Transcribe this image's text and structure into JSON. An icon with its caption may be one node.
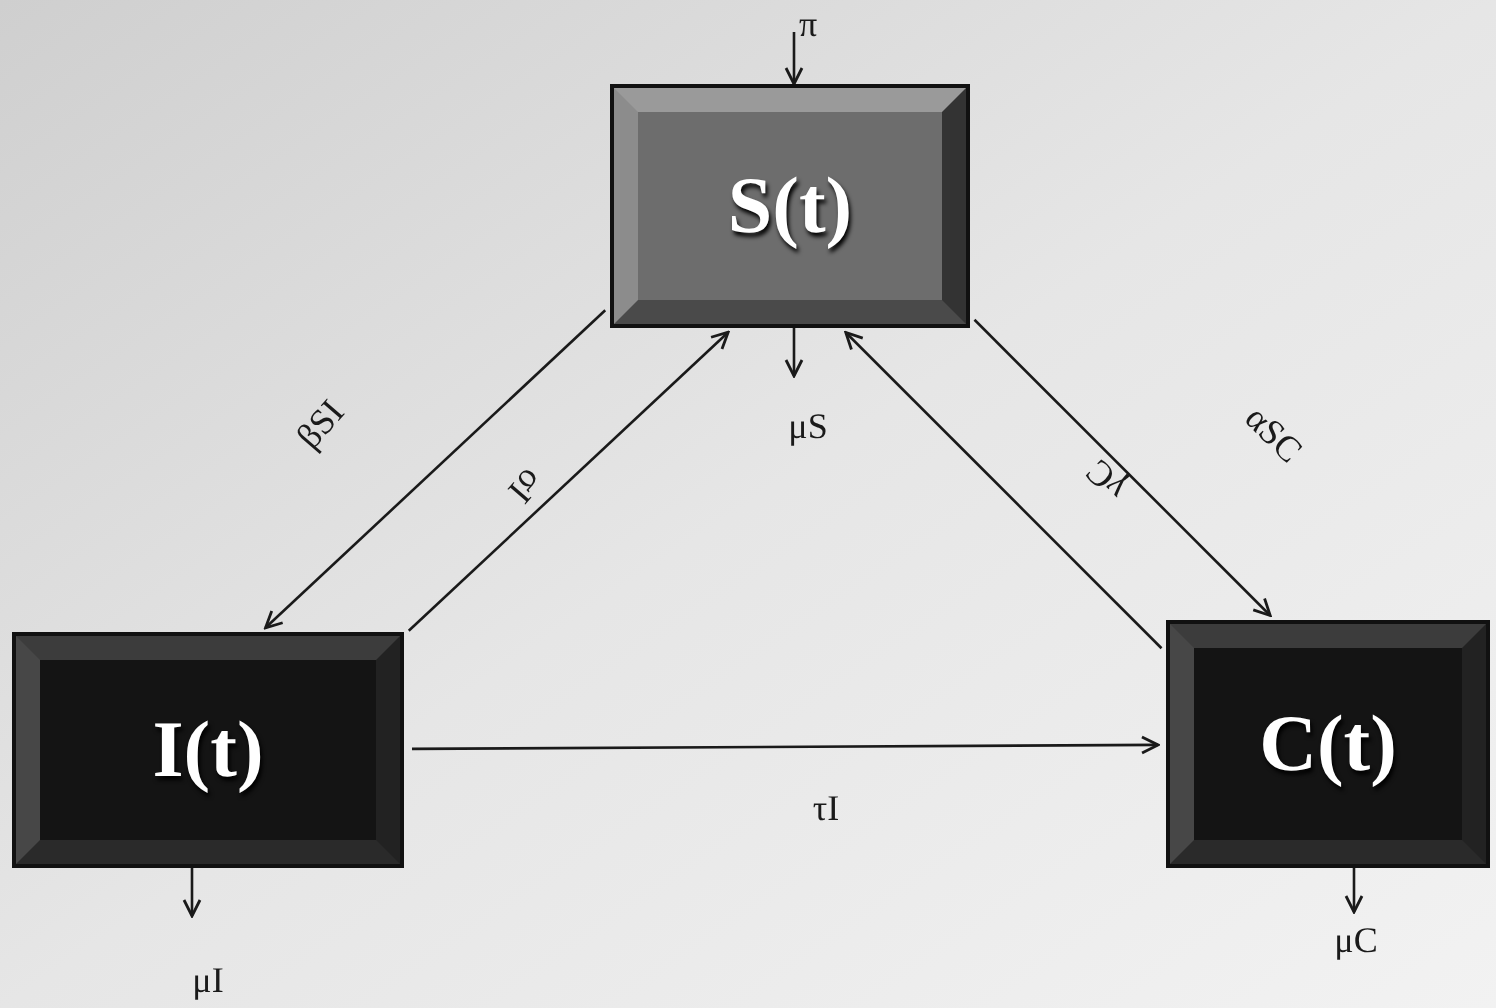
{
  "diagram": {
    "nodes": [
      {
        "text": [
          "S(t)"
        ]
      },
      {
        "text": [
          "I(t)"
        ]
      },
      {
        "text": [
          "C(t)"
        ]
      }
    ],
    "edges": [
      {
        "from": 0,
        "to": 1,
        "arrow": "to",
        "label": "βSI"
      },
      {
        "from": 1,
        "to": 0,
        "arrow": "to",
        "label": "σI"
      },
      {
        "from": 0,
        "to": 2,
        "arrow": "to",
        "label": "αSC"
      },
      {
        "from": 2,
        "to": 0,
        "arrow": "to",
        "label": "γC"
      },
      {
        "from": 1,
        "to": 2,
        "arrow": "to",
        "label": "τI"
      },
      {
        "from": null,
        "to": 0,
        "arrow": "to",
        "label": "π"
      },
      {
        "from": 0,
        "to": null,
        "arrow": "to",
        "label": "μS"
      },
      {
        "from": 1,
        "to": null,
        "arrow": "to",
        "label": "μI"
      },
      {
        "from": 2,
        "to": null,
        "arrow": "to",
        "label": "μC"
      }
    ]
  }
}
